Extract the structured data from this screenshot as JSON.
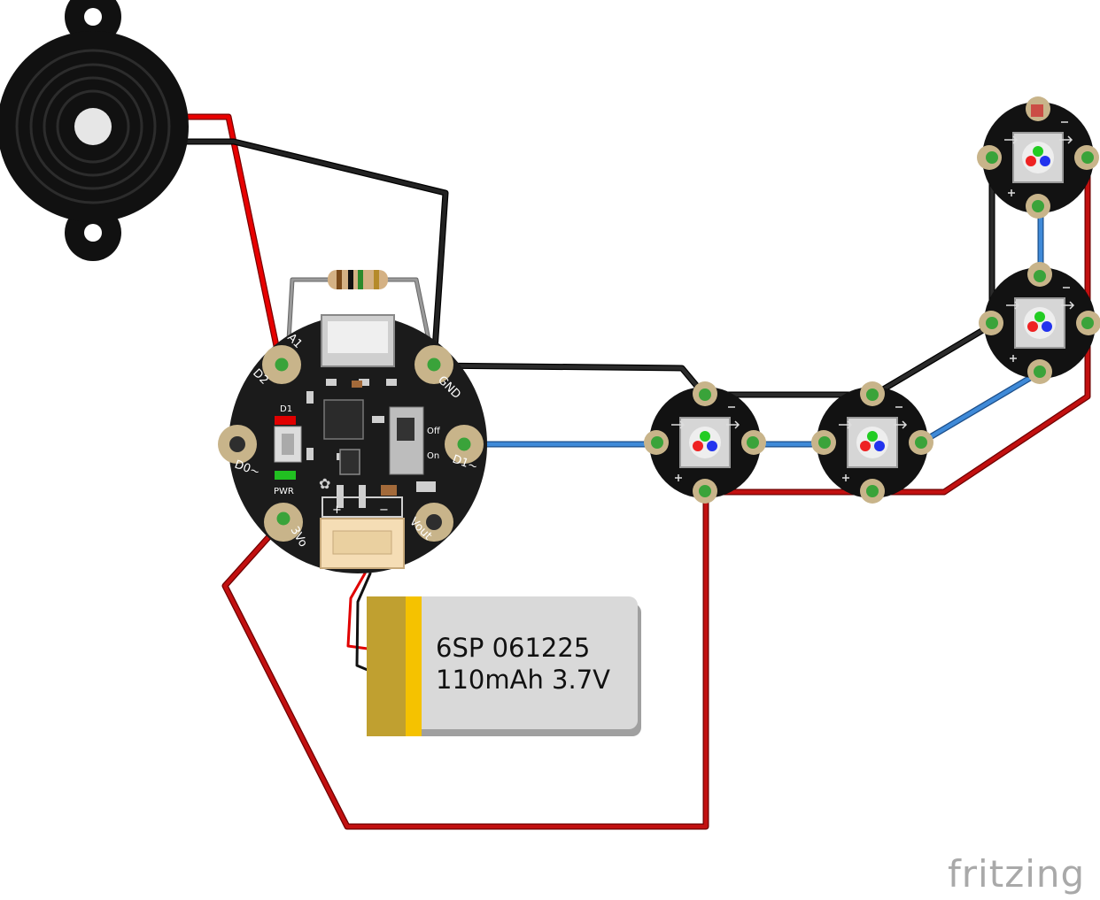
{
  "board": {
    "pins": {
      "a1": "A1",
      "d2": "D2",
      "gnd": "GND",
      "d0": "D0~",
      "d1": "D1~",
      "vo3": "3Vo",
      "vout": "Vout"
    },
    "led_d1": "D1",
    "led_pwr": "PWR",
    "switch_off": "Off",
    "switch_on": "On",
    "battery_plus": "+",
    "battery_minus": "−"
  },
  "battery": {
    "line1": "6SP 061225",
    "line2": "110mAh 3.7V"
  },
  "brand": "fritzing",
  "colors": {
    "wire_red": "#d80000",
    "wire_darkred": "#b31313",
    "wire_black": "#151515",
    "wire_blue": "#3a7fd0",
    "wire_gray": "#8a8a8a",
    "board": "#1b1b1b",
    "pad": "#c8b48a",
    "pin_green": "#3aa33a",
    "battery_body": "#d8d8d8",
    "battery_tab": "#f5c200"
  },
  "icons": [
    "buzzer-icon",
    "resistor-icon",
    "neopixel-icon",
    "battery-icon",
    "jst-connector-icon"
  ]
}
